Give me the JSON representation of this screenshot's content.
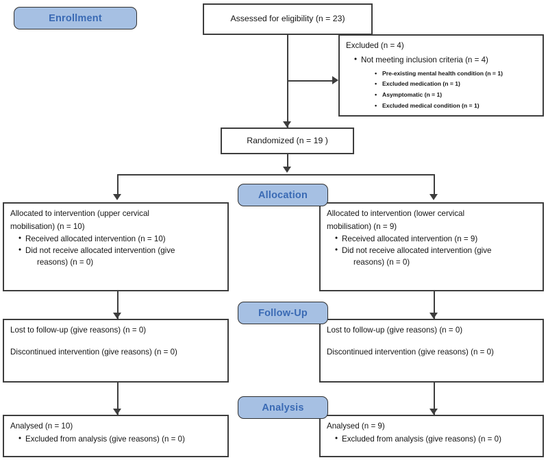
{
  "diagram": {
    "title": "CONSORT participant flow diagram",
    "colors": {
      "pill_fill": "#a6c0e3",
      "pill_text": "#3a6ab4",
      "box_border": "#3d3d3d",
      "box_fill": "#ffffff",
      "text": "#141414"
    }
  },
  "stages": {
    "enrollment": "Enrollment",
    "allocation": "Allocation",
    "followup": "Follow-Up",
    "analysis": "Analysis"
  },
  "enrollment": {
    "assessed": "Assessed for eligibility (n = 23)",
    "randomized": "Randomized (n = 19 )",
    "excluded": {
      "title": "Excluded  (n = 4)",
      "reason": "Not meeting inclusion criteria (n = 4)",
      "details": [
        "Pre-existing mental health condition (n = 1)",
        "Excluded medication (n = 1)",
        "Asymptomatic (n = 1)",
        "Excluded medical condition (n = 1)"
      ]
    }
  },
  "allocation": {
    "left": {
      "title_line1": "Allocated to intervention (upper cervical",
      "title_line2": "mobilisation) (n = 10)",
      "received": "Received allocated intervention (n = 10)",
      "not_received_line1": "Did not receive allocated intervention (give",
      "not_received_line2": "reasons) (n = 0)"
    },
    "right": {
      "title_line1": "Allocated to intervention (lower cervical",
      "title_line2": "mobilisation) (n = 9)",
      "received": "Received allocated intervention (n = 9)",
      "not_received_line1": "Did not receive allocated intervention (give",
      "not_received_line2": "reasons) (n = 0)"
    }
  },
  "followup": {
    "left": {
      "lost": "Lost to follow-up (give reasons) (n = 0)",
      "discontinued": "Discontinued intervention (give reasons) (n = 0)"
    },
    "right": {
      "lost": "Lost to follow-up (give reasons) (n = 0)",
      "discontinued": "Discontinued intervention (give reasons) (n = 0)"
    }
  },
  "analysis": {
    "left": {
      "analysed": "Analysed  (n = 10)",
      "excluded": "Excluded from analysis (give reasons) (n = 0)"
    },
    "right": {
      "analysed": "Analysed  (n = 9)",
      "excluded": "Excluded from analysis (give reasons) (n = 0)"
    }
  }
}
